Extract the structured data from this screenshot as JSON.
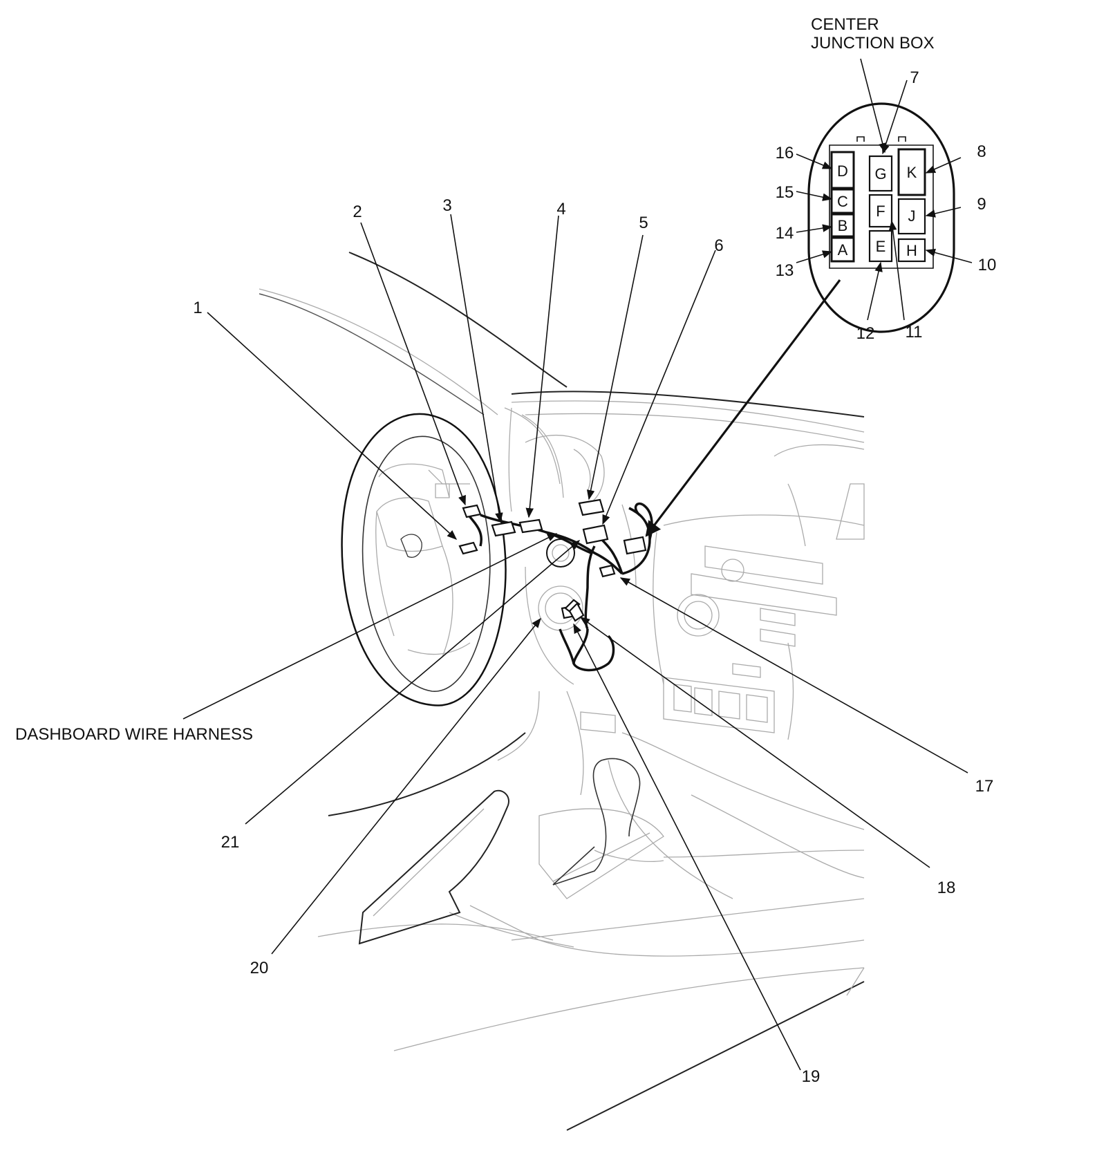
{
  "title": "CENTER JUNCTION BOX",
  "title_lines": [
    "CENTER",
    "JUNCTION BOX"
  ],
  "harness_label": "DASHBOARD WIRE HARNESS",
  "callouts": [
    "1",
    "2",
    "3",
    "4",
    "5",
    "6",
    "7",
    "8",
    "9",
    "10",
    "11",
    "12",
    "13",
    "14",
    "15",
    "16",
    "17",
    "18",
    "19",
    "20",
    "21"
  ],
  "junction_box": {
    "terminals_left": [
      "D",
      "C",
      "B",
      "A"
    ],
    "terminals_middle": [
      "G",
      "F",
      "E"
    ],
    "terminals_right": [
      "K",
      "J",
      "H"
    ]
  }
}
